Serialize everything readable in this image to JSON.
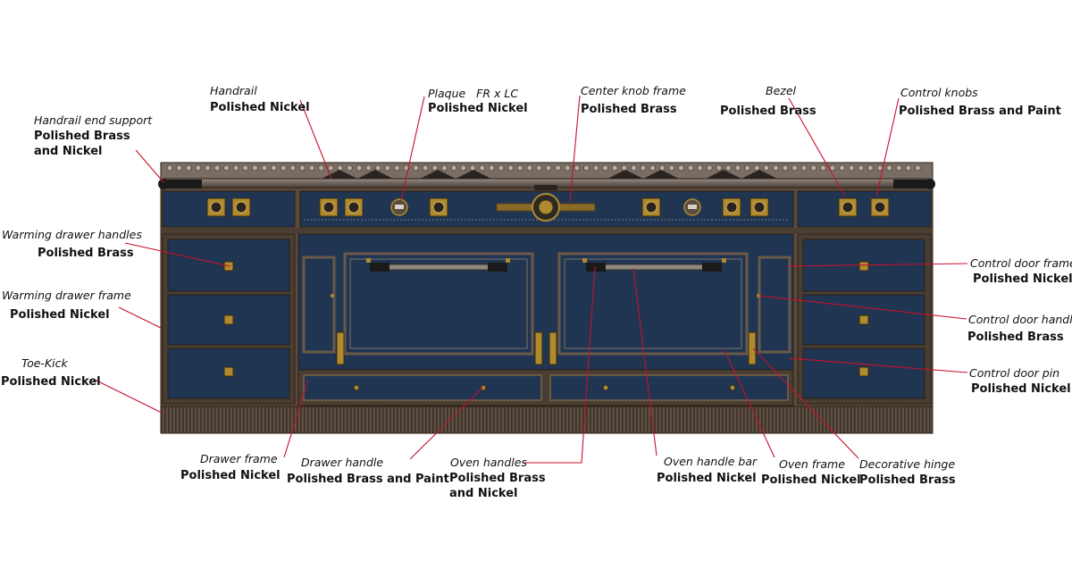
{
  "colors": {
    "body_blue": "#1f3552",
    "frame_bronze": "#6b5948",
    "frame_dark": "#3b2f25",
    "brass": "#b08a2e",
    "leader_red": "#c8102e",
    "nickel_gray": "#7d7369"
  },
  "callouts": [
    {
      "id": "handrail-end-support",
      "name": "Handrail end support",
      "material": [
        "Polished Brass",
        "and Nickel"
      ]
    },
    {
      "id": "handrail",
      "name": "Handrail",
      "material": [
        "Polished Nickel"
      ]
    },
    {
      "id": "plaque",
      "name": "Plaque   FR x LC",
      "material": [
        "Polished Nickel"
      ]
    },
    {
      "id": "center-knob-frame",
      "name": "Center knob frame",
      "material": [
        "Polished Brass"
      ]
    },
    {
      "id": "bezel",
      "name": "Bezel",
      "material": [
        "Polished Brass"
      ]
    },
    {
      "id": "control-knobs",
      "name": "Control knobs",
      "material": [
        "Polished Brass and Paint"
      ]
    },
    {
      "id": "warming-drawer-handles",
      "name": "Warming drawer handles",
      "material": [
        "Polished Brass"
      ]
    },
    {
      "id": "warming-drawer-frame",
      "name": "Warming drawer frame",
      "material": [
        "Polished Nickel"
      ]
    },
    {
      "id": "toe-kick",
      "name": "Toe-Kick",
      "material": [
        "Polished Nickel"
      ]
    },
    {
      "id": "control-door-frame",
      "name": "Control door frame",
      "material": [
        "Polished Nickel"
      ]
    },
    {
      "id": "control-door-handle",
      "name": "Control door handle",
      "material": [
        "Polished Brass"
      ]
    },
    {
      "id": "control-door-pin",
      "name": "Control door pin",
      "material": [
        "Polished Nickel"
      ]
    },
    {
      "id": "drawer-frame",
      "name": "Drawer frame",
      "material": [
        "Polished Nickel"
      ]
    },
    {
      "id": "drawer-handle",
      "name": "Drawer handle",
      "material": [
        "Polished Brass and Paint"
      ]
    },
    {
      "id": "oven-handles",
      "name": "Oven handles",
      "material": [
        "Polished Brass",
        "and Nickel"
      ]
    },
    {
      "id": "oven-handle-bar",
      "name": "Oven handle bar",
      "material": [
        "Polished Nickel"
      ]
    },
    {
      "id": "oven-frame",
      "name": "Oven frame",
      "material": [
        "Polished Nickel"
      ]
    },
    {
      "id": "decorative-hinge",
      "name": "Decorative hinge",
      "material": [
        "Polished Brass"
      ]
    }
  ]
}
